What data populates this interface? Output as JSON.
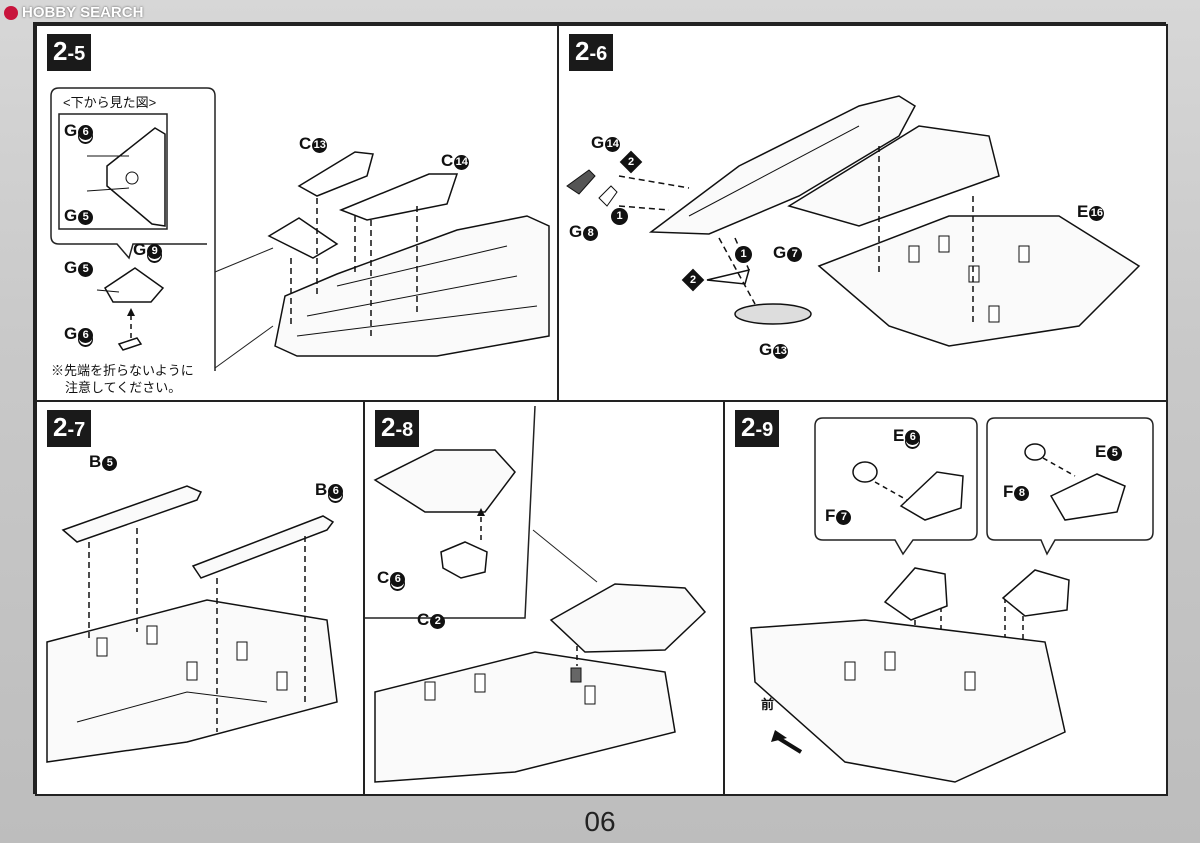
{
  "watermark": {
    "text": "HOBBY SEARCH"
  },
  "page_number": "06",
  "steps": {
    "s25": {
      "prefix": "2",
      "suffix": "-5",
      "inset_title": "<下から見た図>",
      "labels": {
        "g6a": "G",
        "g5a": "G",
        "g5b": "G",
        "g9": "G",
        "g6b": "G",
        "c13": "C",
        "c14": "C"
      },
      "nums": {
        "g6a": "6",
        "g5a": "5",
        "g5b": "5",
        "g9": "9",
        "g6b": "6",
        "c13": "13",
        "c14": "14"
      },
      "note_line1": "※先端を折らないように",
      "note_line2": "注意してください。"
    },
    "s26": {
      "prefix": "2",
      "suffix": "-6",
      "labels": {
        "g14": "G",
        "g8": "G",
        "g7": "G",
        "g13": "G",
        "e16": "E"
      },
      "nums": {
        "g14": "14",
        "g8": "8",
        "g7": "7",
        "g13": "13",
        "e16": "16"
      },
      "order": {
        "one": "1",
        "two": "2"
      }
    },
    "s27": {
      "prefix": "2",
      "suffix": "-7",
      "labels": {
        "b5": "B",
        "b6": "B"
      },
      "nums": {
        "b5": "5",
        "b6": "6"
      }
    },
    "s28": {
      "prefix": "2",
      "suffix": "-8",
      "labels": {
        "c6": "C",
        "c2": "C"
      },
      "nums": {
        "c6": "6",
        "c2": "2"
      }
    },
    "s29": {
      "prefix": "2",
      "suffix": "-9",
      "labels": {
        "e6": "E",
        "f7": "F",
        "f8": "F",
        "e5": "E"
      },
      "nums": {
        "e6": "6",
        "f7": "7",
        "f8": "8",
        "e5": "5"
      },
      "front": "前"
    }
  }
}
